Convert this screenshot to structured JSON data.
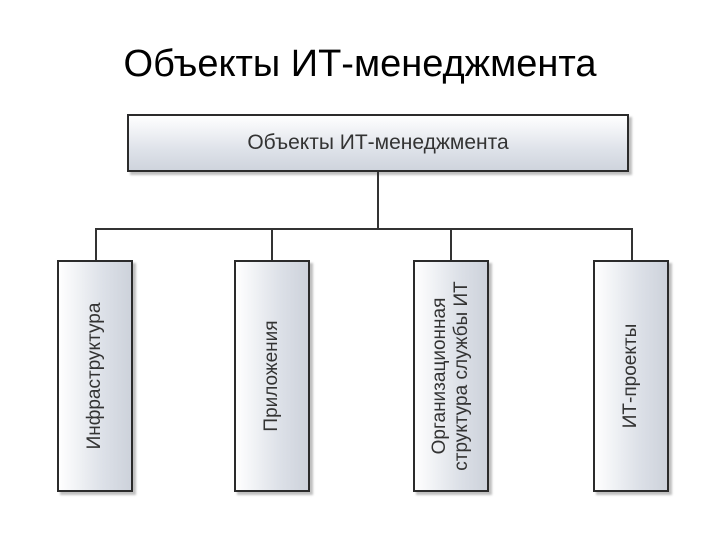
{
  "slide": {
    "title": "Объекты ИТ-менеджмента"
  },
  "diagram": {
    "root": {
      "label": "Объекты ИТ-менеджмента"
    },
    "children": [
      {
        "line1": "Инфраструктура",
        "line2": ""
      },
      {
        "line1": "Приложения",
        "line2": ""
      },
      {
        "line1": "Организационная",
        "line2": "структура службы ИТ"
      },
      {
        "line1": "ИТ-проекты",
        "line2": ""
      }
    ]
  },
  "colors": {
    "border": "#2b2b2b",
    "box_fill": "#dfe3ea",
    "text": "#333333"
  }
}
